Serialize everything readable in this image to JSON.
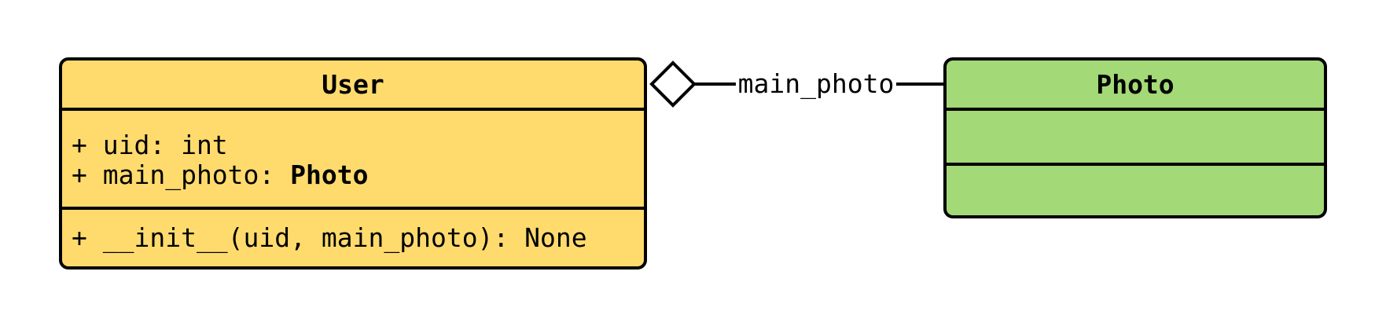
{
  "diagram_type": "uml-class-diagram",
  "colors": {
    "background": "#ffffff",
    "user_class_fill": "#ffdb6e",
    "photo_class_fill": "#a3d977",
    "border": "#000000",
    "text": "#000000",
    "diamond_fill": "#ffffff"
  },
  "user_class": {
    "title": "User",
    "attribute_1": "+ uid: int",
    "attribute_2_text": "+ main_photo: ",
    "attribute_2_type": "Photo",
    "method_1": "+ __init__(uid, main_photo): None"
  },
  "photo_class": {
    "title": "Photo"
  },
  "relationship": {
    "kind": "aggregation",
    "source": "User",
    "target": "Photo",
    "label": "main_photo"
  }
}
